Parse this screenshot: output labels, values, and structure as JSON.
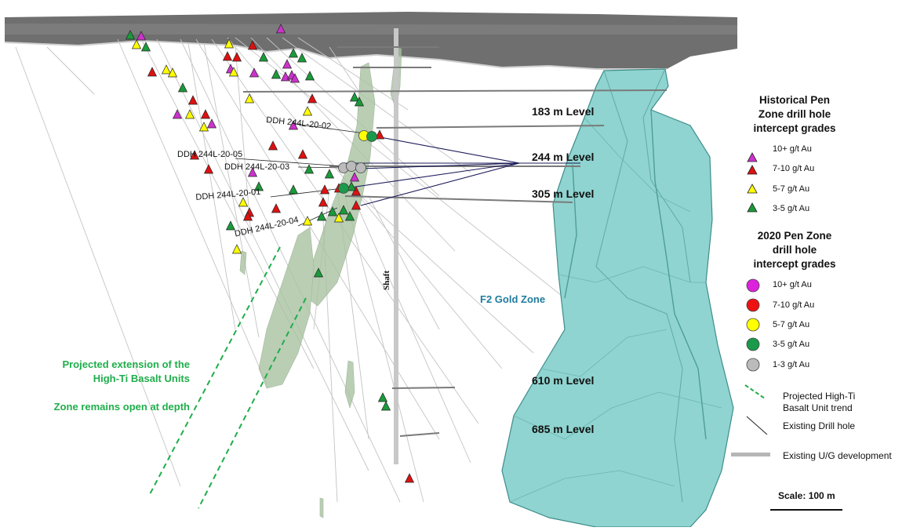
{
  "levels": {
    "l183": "183 m Level",
    "l244": "244 m Level",
    "l305": "305 m Level",
    "l610": "610 m Level",
    "l685": "685 m Level"
  },
  "drill_holes": {
    "h02": "DDH 244L-20-02",
    "h05": "DDH 244L-20-05",
    "h03": "DDH 244L-20-03",
    "h01": "DDH 244L-20-01",
    "h04": "DDH 244L-20-04"
  },
  "labels": {
    "shaft": "Shaft",
    "f2_zone": "F2 Gold Zone",
    "projected_extension_line1": "Projected extension of the",
    "projected_extension_line2": "High-Ti Basalt Units",
    "zone_open": "Zone remains open at depth",
    "scale": "Scale: 100 m"
  },
  "legend": {
    "historical_title": [
      "Historical Pen",
      "Zone drill hole",
      "intercept grades"
    ],
    "historical_items": [
      {
        "label": "10+ g/t Au",
        "color": "#cc33cc"
      },
      {
        "label": "7-10 g/t Au",
        "color": "#dd1111"
      },
      {
        "label": "5-7 g/t Au",
        "color": "#ffff00"
      },
      {
        "label": "3-5 g/t Au",
        "color": "#1a9a3a"
      }
    ],
    "pen2020_title": [
      "2020 Pen Zone",
      "drill hole",
      "intercept grades"
    ],
    "pen2020_items": [
      {
        "label": "10+ g/t Au",
        "color": "#dd22dd"
      },
      {
        "label": "7-10 g/t Au",
        "color": "#ee1111"
      },
      {
        "label": "5-7 g/t Au",
        "color": "#ffff00"
      },
      {
        "label": "3-5 g/t Au",
        "color": "#1a9a4a"
      },
      {
        "label": "1-3 g/t Au",
        "color": "#bbbbbb"
      }
    ],
    "other_items": {
      "trend": "Projected High-Ti Basalt Unit trend",
      "trend_line1": "Projected High-Ti",
      "trend_line2": "Basalt Unit trend",
      "drill_hole": "Existing Drill hole",
      "ug_dev": "Existing U/G development"
    }
  },
  "colors": {
    "f2_body": "#8fd4d0",
    "f2_edge": "#3e8d8a",
    "basalt": "#a9c3a2",
    "trend": "#1fae4b",
    "surface": "#6b6b6b"
  }
}
